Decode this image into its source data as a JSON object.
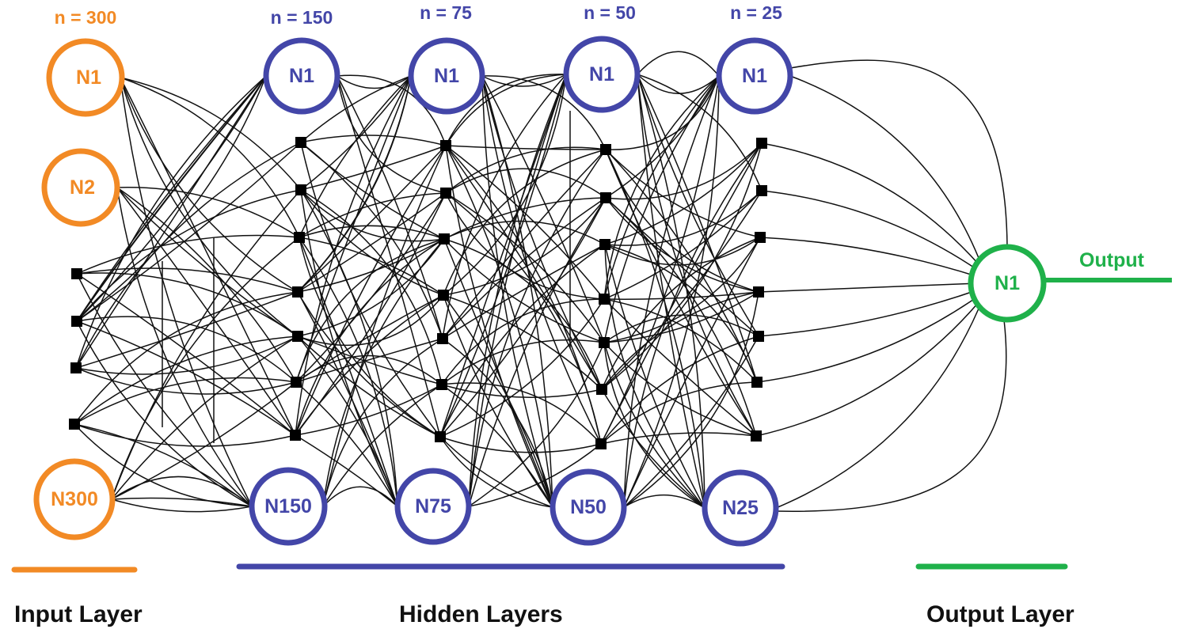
{
  "colors": {
    "input": "#f28a25",
    "hidden": "#4346a8",
    "output": "#1fb14a",
    "edge": "#111111",
    "dot": "#000000"
  },
  "input_layer": {
    "count_label": "n = 300",
    "caption": "Input Layer",
    "nodes": [
      "N1",
      "N2",
      "N300"
    ]
  },
  "hidden_layers": {
    "caption": "Hidden Layers",
    "layers": [
      {
        "count_label": "n = 150",
        "top_node": "N1",
        "bottom_node": "N150"
      },
      {
        "count_label": "n = 75",
        "top_node": "N1",
        "bottom_node": "N75"
      },
      {
        "count_label": "n = 50",
        "top_node": "N1",
        "bottom_node": "N50"
      },
      {
        "count_label": "n = 25",
        "top_node": "N1",
        "bottom_node": "N25"
      }
    ]
  },
  "output_layer": {
    "caption": "Output Layer",
    "node": "N1",
    "output_label": "Output"
  }
}
